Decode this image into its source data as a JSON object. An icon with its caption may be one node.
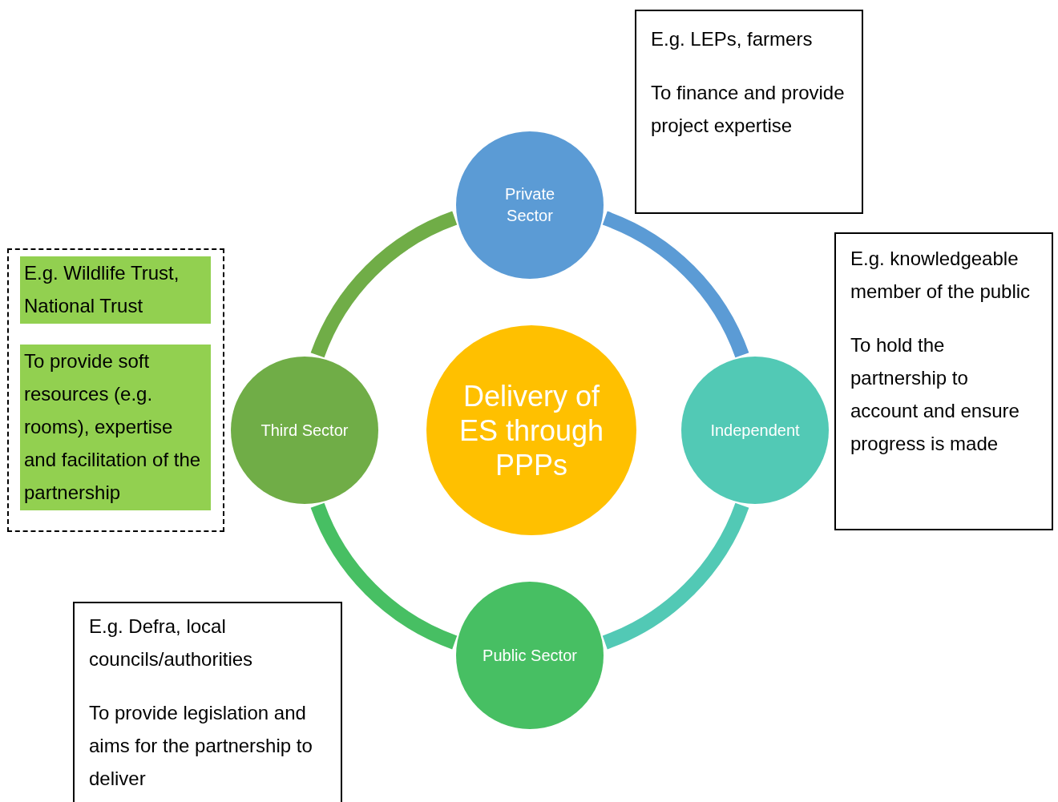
{
  "diagram": {
    "nodes": [
      {
        "text": [
          "Delivery of ES through PPPs"
        ]
      },
      {
        "text": [
          "Private Sector"
        ]
      },
      {
        "text": [
          "Independent"
        ]
      },
      {
        "text": [
          "Public Sector"
        ]
      },
      {
        "text": [
          "Third Sector"
        ]
      },
      {
        "text": [
          "E.g. LEPs, farmers",
          "To finance and provide project expertise"
        ]
      },
      {
        "text": [
          "E.g. knowledgeable member of the public",
          "To hold the partnership to account and ensure progress is made"
        ]
      },
      {
        "text": [],
        "shape": "box"
      },
      {
        "text": [
          "E.g. Wildlife Trust, National Trust"
        ],
        "in": 7
      },
      {
        "text": [
          "To provide soft resources (e.g. rooms), expertise and facilitation of the partnership"
        ],
        "in": 7
      },
      {
        "text": [
          "E.g. Defra, local councils/authorities",
          "To provide legislation and aims for the partnership to deliver"
        ]
      }
    ],
    "edges": [
      {
        "from": 4,
        "to": 1,
        "arrow": "none",
        "color": "#70ad47"
      },
      {
        "from": 1,
        "to": 2,
        "arrow": "none",
        "color": "#5b9bd5"
      },
      {
        "from": 2,
        "to": 3,
        "arrow": "none",
        "color": "#52c9b5"
      },
      {
        "from": 3,
        "to": 4,
        "arrow": "none",
        "color": "#47bf63"
      }
    ]
  }
}
